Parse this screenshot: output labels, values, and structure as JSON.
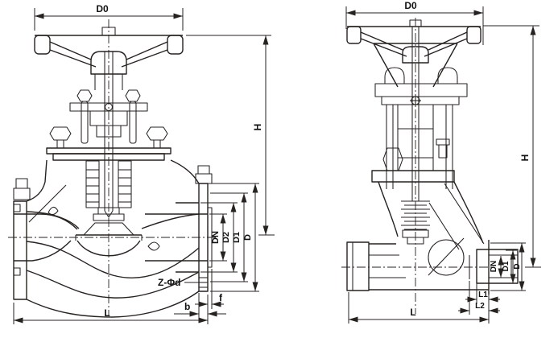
{
  "figure": {
    "type": "valve-dimension-drawing",
    "views": [
      "flanged-globe-valve-section",
      "socket-weld-bellows-globe-valve-section"
    ]
  },
  "left_valve": {
    "labels": {
      "d0": "D0",
      "h": "H",
      "dn": "DN",
      "d2": "D2",
      "d1": "D1",
      "d": "D",
      "z_phi_d": "Z-Φd",
      "b": "b",
      "f": "f",
      "l": "L"
    }
  },
  "right_valve": {
    "labels": {
      "d0": "D0",
      "h": "H",
      "dn": "DN",
      "d1": "D1",
      "d": "D",
      "l1": "L1",
      "l2": "L2",
      "l": "L"
    }
  },
  "colors": {
    "line": "#262220",
    "background": "#ffffff",
    "text": "#111111"
  }
}
